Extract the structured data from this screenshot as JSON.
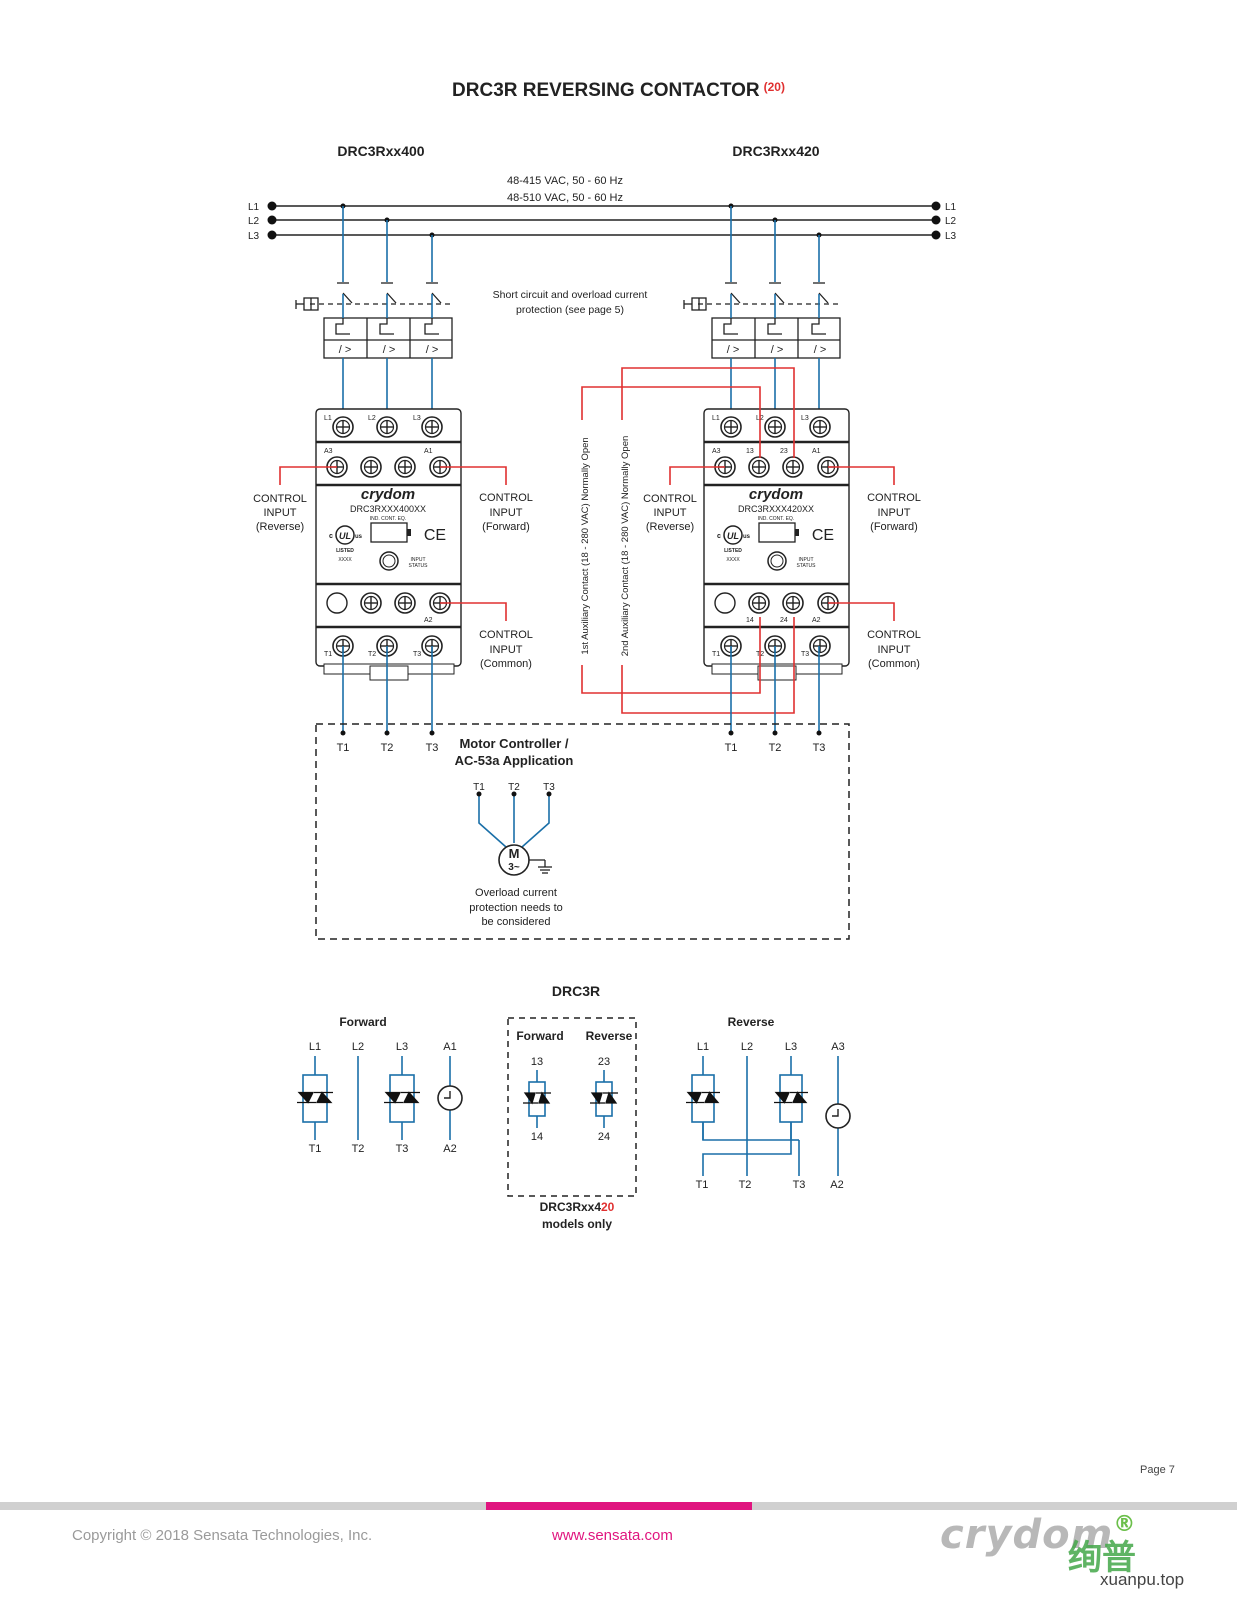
{
  "page": {
    "title": "DRC3R REVERSING CONTACTOR",
    "title_note": "(20)",
    "page_number": "Page 7",
    "copyright": "Copyright © 2018 Sensata Technologies, Inc.",
    "website": "www.sensata.com",
    "brand": "crydom",
    "watermark_cn": "绚普",
    "watermark_url": "xuanpu.top"
  },
  "wiring": {
    "left_model": "DRC3Rxx400",
    "right_model": "DRC3Rxx420",
    "supply_1": "48-415 VAC, 50 - 60 Hz",
    "supply_2": "48-510 VAC, 50 - 60 Hz",
    "lines": [
      "L1",
      "L2",
      "L3"
    ],
    "protection_note_1": "Short circuit and overload current",
    "protection_note_2": "protection (see page 5)",
    "breaker_symbol": "/ >",
    "aux_contact_1": "1st Auxiliary Contact  (18 - 280 VAC)  Normally Open",
    "aux_contact_2": "2nd Auxiliary Contact  (18 - 280 VAC)  Normally Open",
    "control_word": "CONTROL",
    "input_word": "INPUT",
    "reverse": "(Reverse)",
    "forward": "(Forward)",
    "common": "(Common)",
    "outputs": [
      "T1",
      "T2",
      "T3"
    ],
    "motor_title_1": "Motor Controller /",
    "motor_title_2": "AC-53a Application",
    "motor_symbol_m": "M",
    "motor_symbol_3": "3~",
    "overload_1": "Overload current",
    "overload_2": "protection needs to",
    "overload_3": "be considered"
  },
  "module": {
    "left_label": "DRC3RXXX400XX",
    "right_label": "DRC3RXXX420XX",
    "brand": "crydom",
    "small_ind": "IND. CONT. EQ.",
    "listed": "LISTED",
    "xxxx": "XXXX",
    "ul": "UL",
    "c": "c",
    "us": "us",
    "ce": "CE",
    "status_1": "INPUT",
    "status_2": "STATUS",
    "a3": "A3",
    "a1": "A1",
    "a2": "A2",
    "t13": "13",
    "t23": "23",
    "t14": "14",
    "t24": "24"
  },
  "schematic": {
    "heading": "DRC3R",
    "forward": "Forward",
    "reverse": "Reverse",
    "aux_forward": "Forward",
    "aux_reverse": "Reverse",
    "top_fwd": [
      "L1",
      "L2",
      "L3",
      "A1"
    ],
    "bot_fwd": [
      "T1",
      "T2",
      "T3",
      "A2"
    ],
    "top_rev": [
      "L1",
      "L2",
      "L3",
      "A3"
    ],
    "bot_rev": [
      "T1",
      "T2",
      "T3",
      "A2"
    ],
    "aux_top": [
      "13",
      "23"
    ],
    "aux_bot": [
      "14",
      "24"
    ],
    "models_a": "DRC3Rxx4",
    "models_b": "20",
    "models_only": "models only"
  },
  "colors": {
    "blue": "#1a6fa8",
    "red": "#e03030",
    "pink": "#e0157f",
    "black": "#222222"
  }
}
